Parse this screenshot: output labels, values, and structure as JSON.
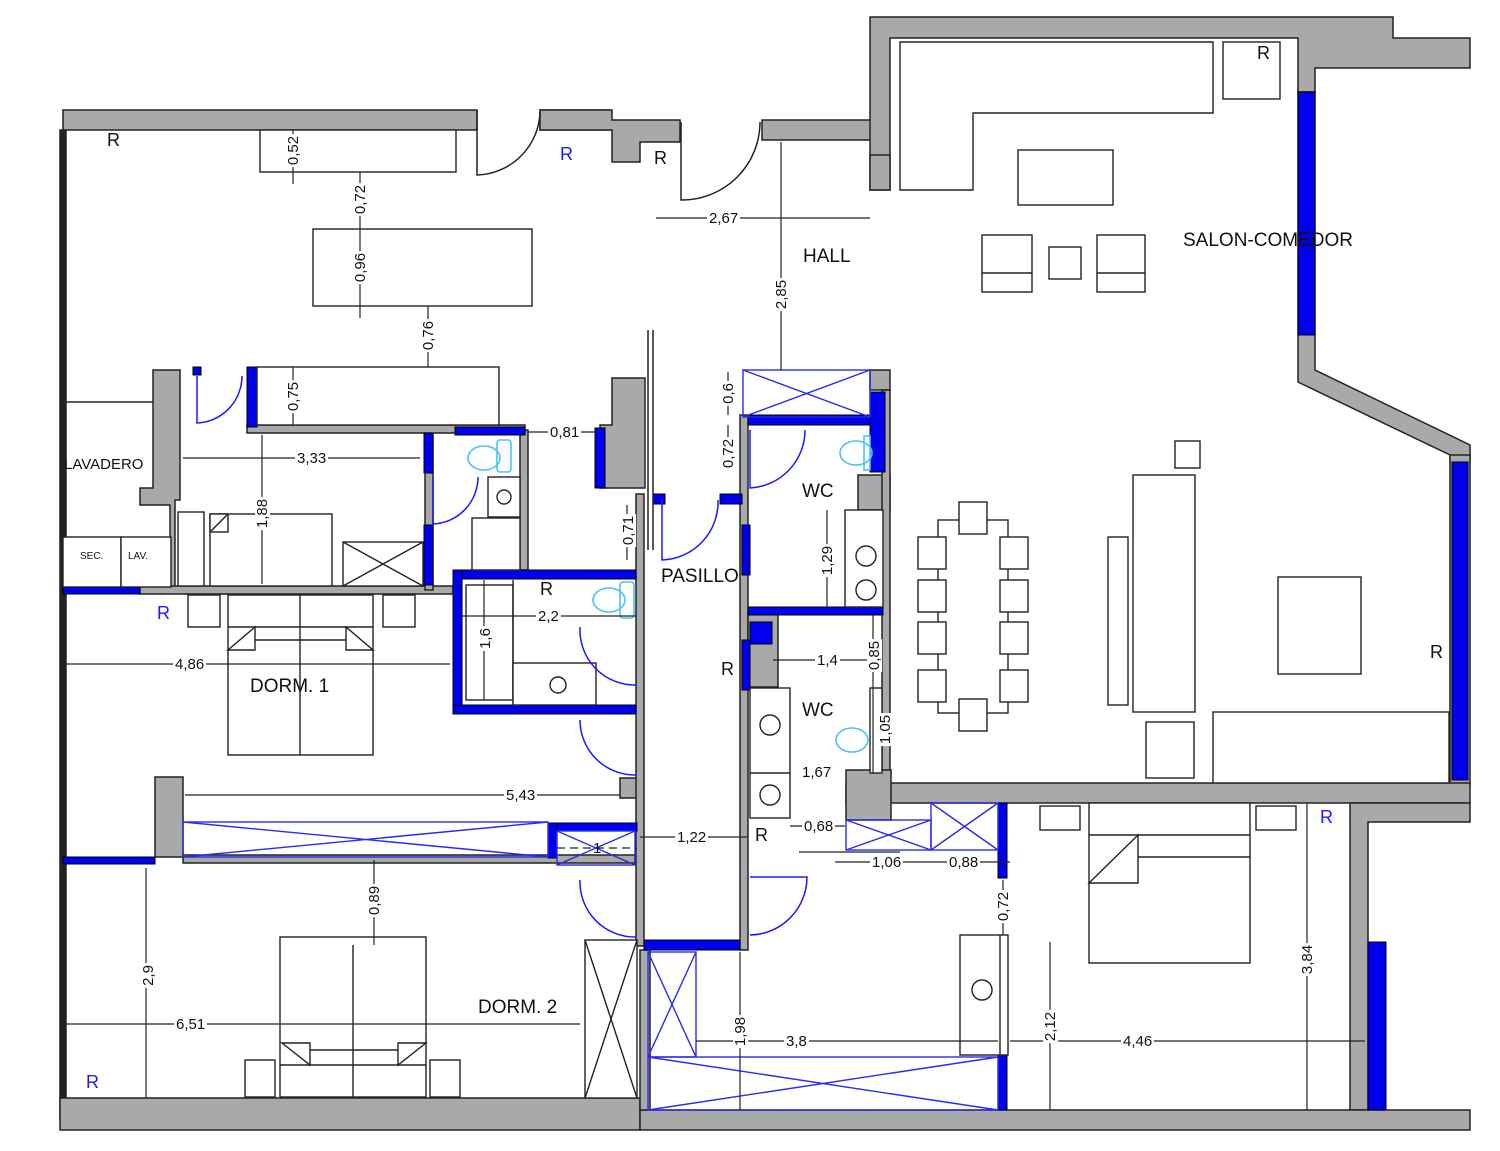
{
  "plan": {
    "rooms": [
      {
        "id": "lavadero",
        "label": "LAVADERO"
      },
      {
        "id": "hall",
        "label": "HALL"
      },
      {
        "id": "salon",
        "label": "SALON-COMEDOR"
      },
      {
        "id": "pasillo",
        "label": "PASILLO"
      },
      {
        "id": "wc1",
        "label": "WC"
      },
      {
        "id": "wc2",
        "label": "WC"
      },
      {
        "id": "dorm1",
        "label": "DORM. 1"
      },
      {
        "id": "dorm2",
        "label": "DORM. 2"
      }
    ],
    "appliances": {
      "dryer": "SEC.",
      "washer": "LAV."
    },
    "dimensions": {
      "d052": "0,52",
      "d072a": "0,72",
      "d096": "0,96",
      "d076": "0,76",
      "d075": "0,75",
      "d333": "3,33",
      "d188": "1,88",
      "d081": "0,81",
      "d071": "0,71",
      "d267": "2,67",
      "d285": "2,85",
      "d06": "0,6",
      "d072b": "0,72",
      "d129": "1,29",
      "d22": "2,2",
      "d16": "1,6",
      "d486": "4,86",
      "d14": "1,4",
      "d085": "0,85",
      "d105": "1,05",
      "d167": "1,67",
      "d543": "5,43",
      "d122": "1,22",
      "d068": "0,68",
      "d1": "1",
      "d106": "1,06",
      "d088": "0,88",
      "d089": "0,89",
      "d072c": "0,72",
      "d29": "2,9",
      "d651": "6,51",
      "d198": "1,98",
      "d38": "3,8",
      "d212": "2,12",
      "d446": "4,46",
      "d384": "3,84"
    },
    "radiator_marks": [
      {
        "text": "R",
        "color": "black"
      },
      {
        "text": "R",
        "color": "blue"
      },
      {
        "text": "R",
        "color": "black"
      },
      {
        "text": "R",
        "color": "black"
      },
      {
        "text": "R",
        "color": "blue"
      },
      {
        "text": "R",
        "color": "black"
      },
      {
        "text": "R",
        "color": "black"
      },
      {
        "text": "R",
        "color": "black"
      },
      {
        "text": "R",
        "color": "black"
      },
      {
        "text": "R",
        "color": "blue"
      },
      {
        "text": "R",
        "color": "blue"
      }
    ],
    "colors": {
      "wall": "#a9a9a9",
      "window": "#0000ee",
      "door_swing": "#1a1aff",
      "sanitary": "#4cc3ee"
    }
  }
}
